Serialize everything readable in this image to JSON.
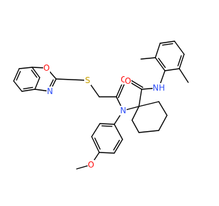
{
  "colors": {
    "background": "#ffffff",
    "bond": "#000000",
    "O": "#ff0d0d",
    "N": "#3050f8",
    "S": "#c8a000"
  },
  "atom_labels": {
    "O_oxazole": "O",
    "N_oxazole": "N",
    "S_thioether": "S",
    "O_carbonyl_acetyl": "O",
    "O_carbonyl_amide": "O",
    "N_tertiary": "N",
    "NH_amide": "NH",
    "O_methoxy": "O"
  }
}
